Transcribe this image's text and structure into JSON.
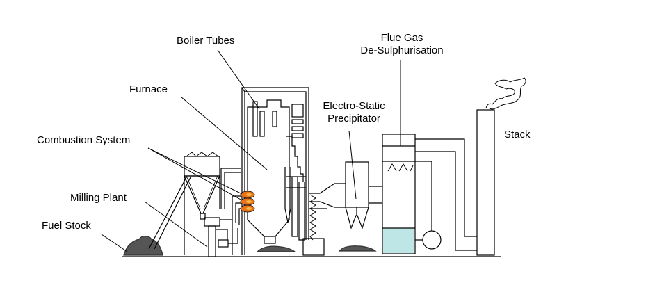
{
  "labels": {
    "boiler_tubes": "Boiler Tubes",
    "furnace": "Furnace",
    "combustion_system": "Combustion System",
    "milling_plant": "Milling Plant",
    "fuel_stock": "Fuel Stock",
    "esp_line1": "Electro-Static",
    "esp_line2": "Precipitator",
    "fgd_line1": "Flue Gas",
    "fgd_line2": "De-Sulphurisation",
    "stack": "Stack"
  },
  "colors": {
    "line": "#000000",
    "coal": "#555555",
    "flame": "#e8731c",
    "flame_core": "#f4b740",
    "scrubber_liquid": "#bfe6e6"
  }
}
